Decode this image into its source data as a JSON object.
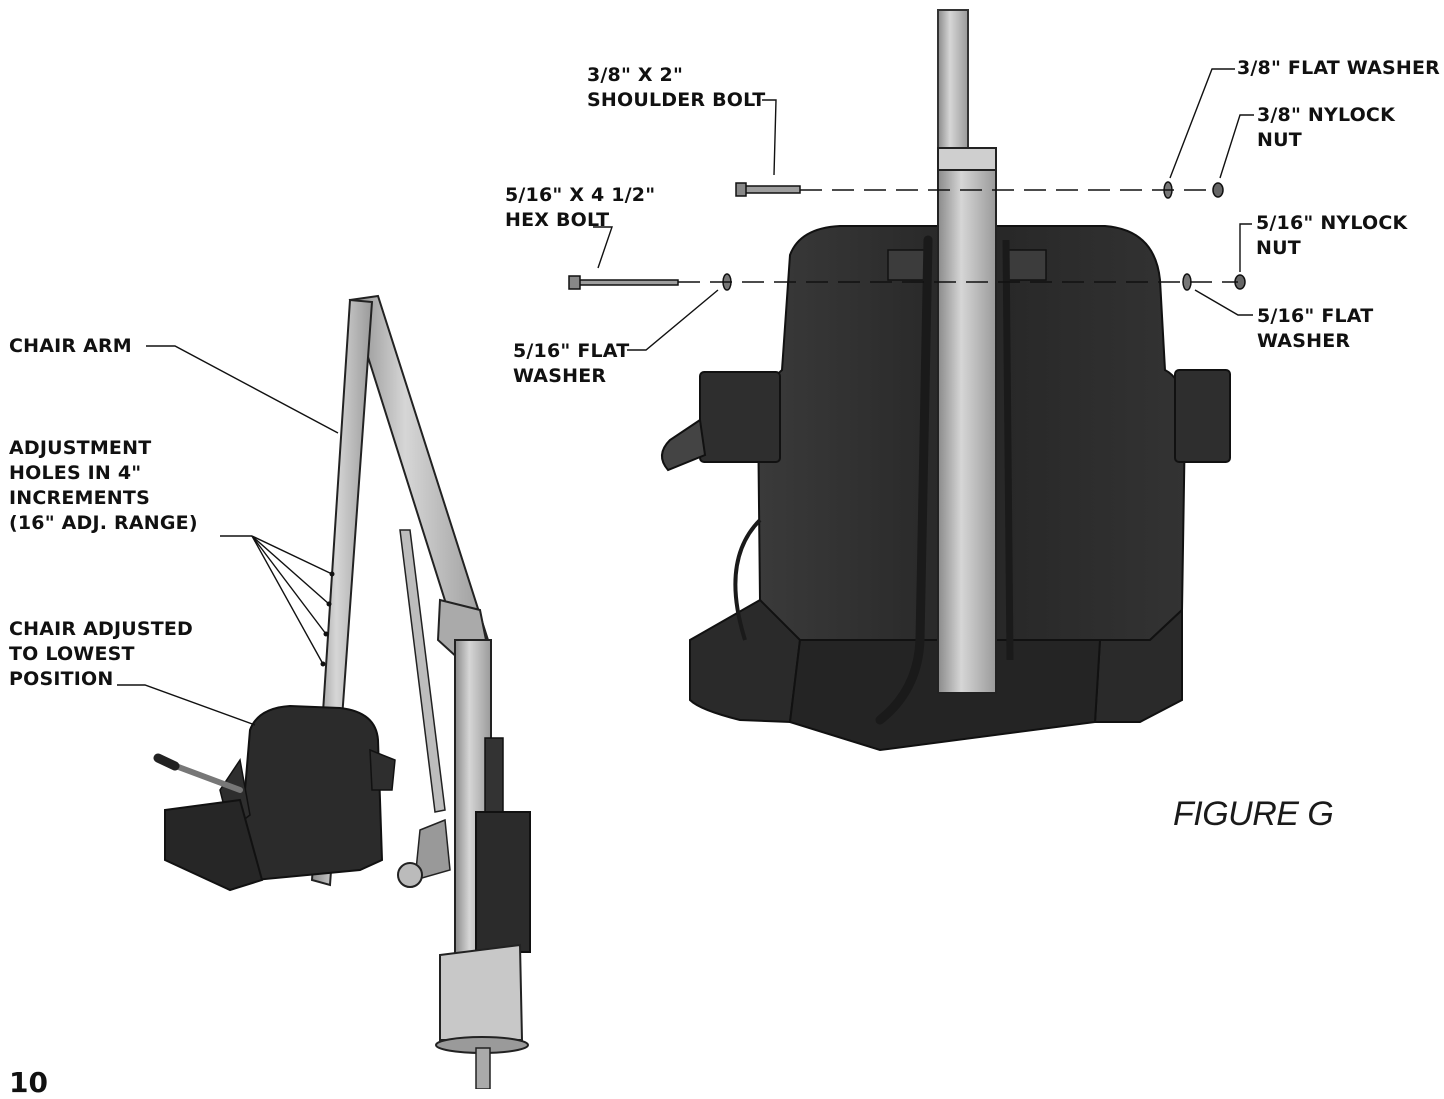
{
  "labels": {
    "shoulder_bolt": [
      "3/8\" X 2\"",
      "SHOULDER BOLT"
    ],
    "flat_washer_38": [
      "3/8\" FLAT WASHER"
    ],
    "nylock_38": [
      "3/8\" NYLOCK",
      "NUT"
    ],
    "hex_bolt": [
      "5/16\" X 4 1/2\"",
      "HEX BOLT"
    ],
    "nylock_516": [
      "5/16\" NYLOCK",
      "NUT"
    ],
    "flat_washer_516_left": [
      "5/16\" FLAT",
      "WASHER"
    ],
    "flat_washer_516_right": [
      "5/16\" FLAT",
      "WASHER"
    ],
    "chair_arm": [
      "CHAIR ARM"
    ],
    "adjustment_holes": [
      "ADJUSTMENT",
      "HOLES IN 4\"",
      "INCREMENTS",
      "(16\" ADJ. RANGE)"
    ],
    "chair_adjusted": [
      "CHAIR ADJUSTED",
      "TO LOWEST",
      "POSITION"
    ]
  },
  "figure_title": "FIGURE G",
  "page_number": "10",
  "colors": {
    "seat": "#2b2b2b",
    "metal": "#b9b9b9",
    "line": "#111111"
  }
}
